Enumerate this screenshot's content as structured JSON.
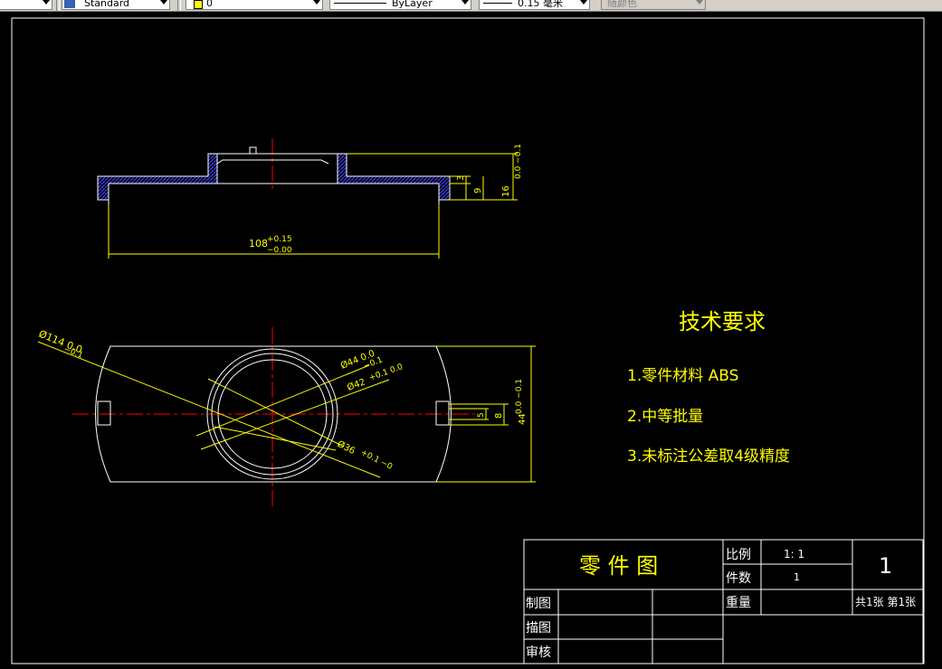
{
  "toolbar": {
    "text_style": "Standard",
    "layer": "0",
    "linetype": "ByLayer",
    "lineweight": "0.15 毫米",
    "color": "随颜色"
  },
  "drawing": {
    "tech_title": "技术要求",
    "tech_items": [
      "1.零件材料  ABS",
      "2.中等批量",
      "3.未标注公差取4级精度"
    ],
    "dims": {
      "d108": "108",
      "d108_upper": "+0.15",
      "d108_lower": "−0.00",
      "h3": "3",
      "h9": "9",
      "h16": "16",
      "h16_tol": "0.0 −0.1",
      "dia114": "Ø114  0.0",
      "dia114_lower": "−0.1",
      "dia44": "Ø44  0.0",
      "dia44_lower": "−0.1",
      "dia42": "Ø42",
      "dia42_tol": "+0.1  0.0",
      "dia36": "Ø36",
      "dia36_tol": "+0.1  −0",
      "w8": "8",
      "w5": "5",
      "w44": "44",
      "w44_tol": "0.0 −0.1"
    }
  },
  "title_block": {
    "name": "零 件 图",
    "scale_label": "比例",
    "scale_value": "1: 1",
    "qty_label": "件数",
    "qty_value": "1",
    "weight_label": "重量",
    "drawing_no": "1",
    "sheets": "共1张 第1张",
    "drawn_label": "制图",
    "traced_label": "描图",
    "checked_label": "审核"
  },
  "colors": {
    "background": "#000000",
    "outline": "#ffffff",
    "dimension": "#ffff00",
    "centerline": "#ff0000",
    "hatch": "#4040ff",
    "text": "#ffff00"
  }
}
